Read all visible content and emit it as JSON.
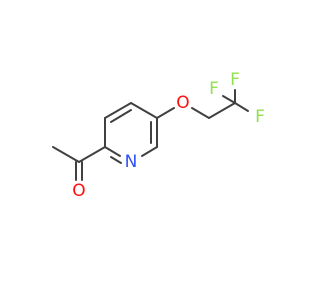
{
  "molecule": {
    "colors": {
      "bond": "#404040",
      "nitrogen": "#3050f8",
      "oxygen": "#ff0d0d",
      "fluorine": "#90e050"
    },
    "atoms": {
      "nitrogen": "N",
      "ether_oxygen": "O",
      "carbonyl_oxygen": "O",
      "fluorine_top_left": "F",
      "fluorine_top_right": "F",
      "fluorine_right": "F"
    }
  }
}
